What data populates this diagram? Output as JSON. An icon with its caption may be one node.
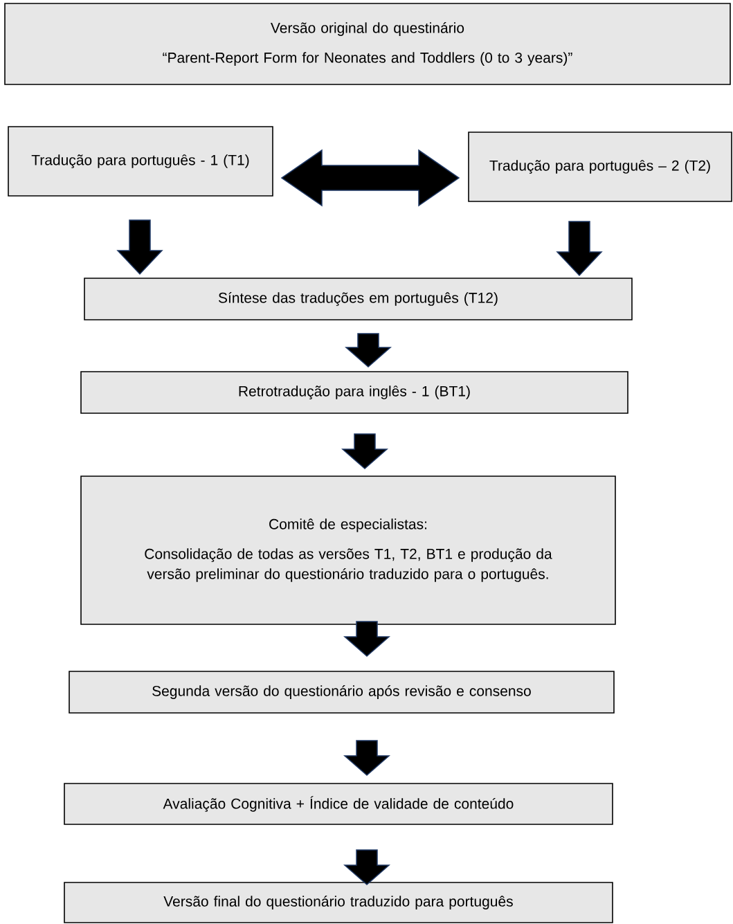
{
  "diagram": {
    "nodes": [
      {
        "text": [
          "Versão original do questinário",
          "“Parent-Report Form for Neonates and Toddlers (0 to 3 years)”"
        ]
      },
      {
        "text": [
          "Tradução para português - 1 (T1)"
        ]
      },
      {
        "text": [
          "Tradução para português – 2 (T2)"
        ]
      },
      {
        "text": [
          "Síntese das traduções em português (T12)"
        ]
      },
      {
        "text": [
          "Retrotradução para inglês - 1 (BT1)"
        ]
      },
      {
        "text": [
          "Comitê de especialistas:",
          "Consolidação de todas as versões T1, T2, BT1 e produção da versão preliminar do questionário traduzido para o português."
        ]
      },
      {
        "text": [
          "Segunda versão do questionário após revisão e consenso"
        ]
      },
      {
        "text": [
          "Avaliação Cognitiva + Índice de validade de conteúdo"
        ]
      },
      {
        "text": [
          "Versão final do questionário traduzido para português"
        ]
      }
    ],
    "edges": [
      {
        "from": 1,
        "to": 2,
        "arrow": "both"
      },
      {
        "from": 1,
        "to": 3,
        "arrow": "to"
      },
      {
        "from": 2,
        "to": 3,
        "arrow": "to"
      },
      {
        "from": 3,
        "to": 4,
        "arrow": "to"
      },
      {
        "from": 4,
        "to": 5,
        "arrow": "to"
      },
      {
        "from": 5,
        "to": 6,
        "arrow": "to"
      },
      {
        "from": 6,
        "to": 7,
        "arrow": "to"
      },
      {
        "from": 7,
        "to": 8,
        "arrow": "to"
      }
    ]
  }
}
